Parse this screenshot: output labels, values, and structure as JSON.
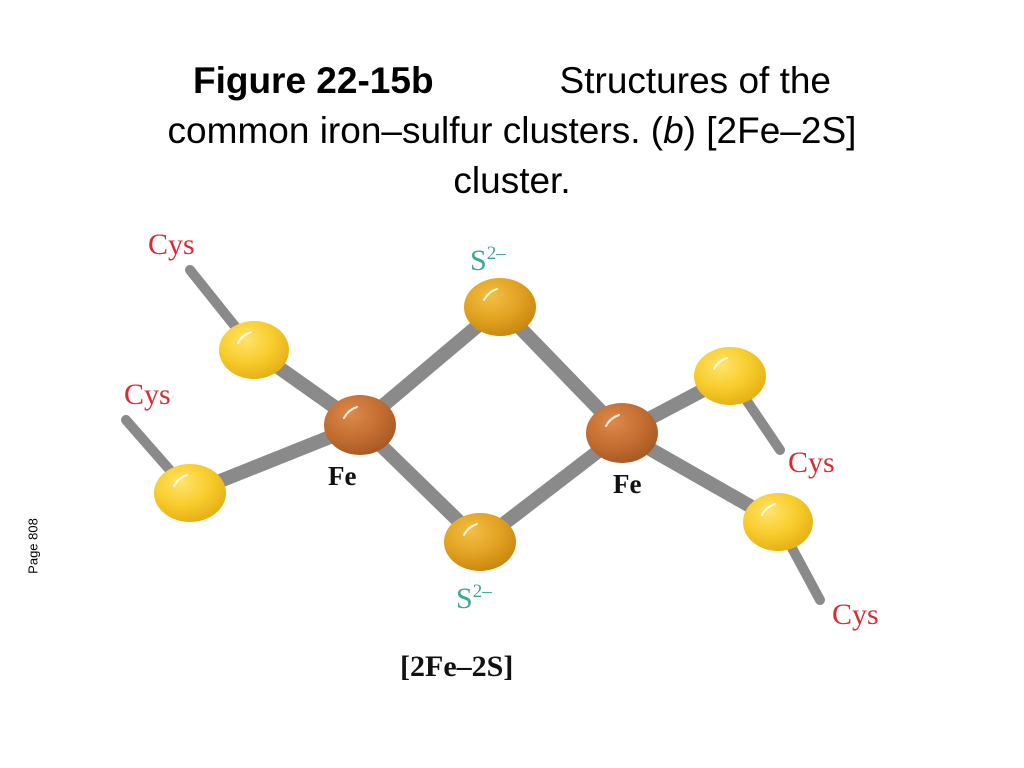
{
  "slide": {
    "figure_label": "Figure 22-15b",
    "caption_line1": "Structures of the",
    "caption_line2_pre": "common iron–sulfur clusters. (",
    "caption_italic": "b",
    "caption_line2_post": ") [2Fe–2S]",
    "caption_line3": "cluster.",
    "page_label": "Page 808"
  },
  "diagram": {
    "cys_labels": [
      "Cys",
      "Cys",
      "Cys",
      "Cys"
    ],
    "sulfide_label": "S",
    "sulfide_charge": "2–",
    "iron_labels": [
      "Fe",
      "Fe"
    ],
    "cluster_caption": "[2Fe–2S]",
    "colors": {
      "cys": "#d62d35",
      "sulfide": "#3aa894",
      "iron_atom": "#c66f33",
      "sulfide_atom": "#e3a322",
      "cys_sulfur_atom": "#f8cd2c",
      "bond": "#8a8a8a"
    }
  }
}
